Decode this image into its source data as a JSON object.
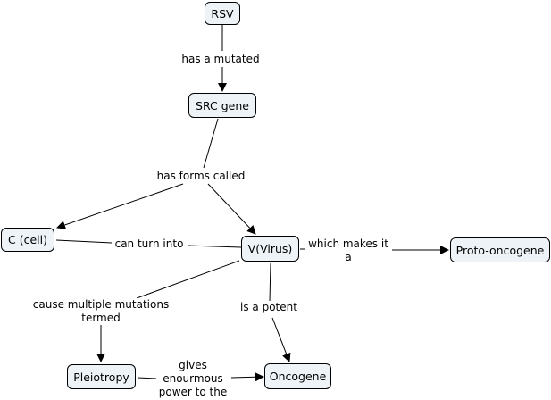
{
  "concept_map": {
    "nodes": {
      "rsv": "RSV",
      "src_gene": "SRC gene",
      "c_cell": "C (cell)",
      "v_virus": "V(Virus)",
      "proto_oncogene": "Proto-oncogene",
      "pleiotropy": "Pleiotropy",
      "oncogene": "Oncogene"
    },
    "links": {
      "has_a_mutated": "has a mutated",
      "has_forms_called": "has forms called",
      "can_turn_into": "can turn into",
      "which_makes_it_a_1": "which makes it",
      "which_makes_it_a_2": "a",
      "cause_multiple_1": "cause multiple mutations",
      "cause_multiple_2": "termed",
      "is_a_potent": "is a potent",
      "gives_1": "gives",
      "gives_2": "enourmous",
      "gives_3": "power to the"
    },
    "colors": {
      "node_fill": "#edf3f6",
      "line": "#000000"
    }
  }
}
